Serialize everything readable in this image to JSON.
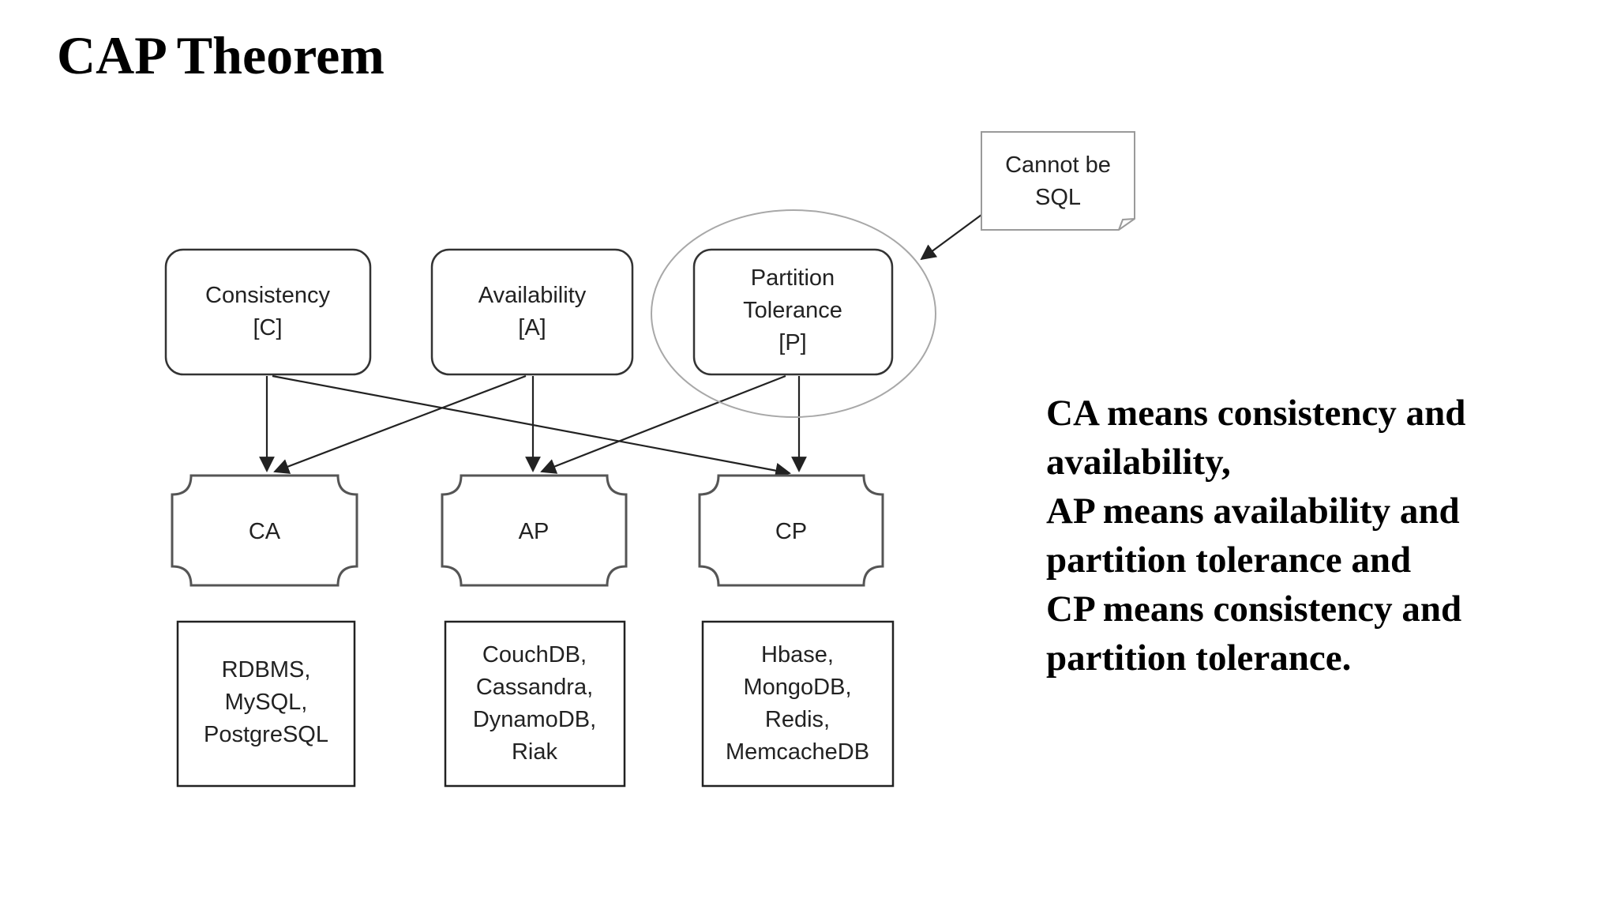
{
  "title": "CAP Theorem",
  "diagram": {
    "properties": [
      {
        "id": "c",
        "lines": [
          "Consistency",
          "[C]"
        ]
      },
      {
        "id": "a",
        "lines": [
          "Availability",
          "[A]"
        ]
      },
      {
        "id": "p",
        "lines": [
          "Partition",
          "Tolerance",
          "[P]"
        ]
      }
    ],
    "combinations": [
      {
        "id": "ca",
        "label": "CA"
      },
      {
        "id": "ap",
        "label": "AP"
      },
      {
        "id": "cp",
        "label": "CP"
      }
    ],
    "databases": [
      {
        "id": "ca",
        "lines": [
          "RDBMS,",
          "MySQL,",
          "PostgreSQL"
        ]
      },
      {
        "id": "ap",
        "lines": [
          "CouchDB,",
          "Cassandra,",
          "DynamoDB,",
          "Riak"
        ]
      },
      {
        "id": "cp",
        "lines": [
          "Hbase,",
          "MongoDB,",
          "Redis,",
          "MemcacheDB"
        ]
      }
    ],
    "note": {
      "lines": [
        "Cannot be",
        "SQL"
      ]
    }
  },
  "explanation": {
    "lines": [
      "CA means consistency and",
      "availability,",
      "AP means availability and",
      "partition tolerance and",
      "CP means consistency and",
      "partition tolerance."
    ]
  }
}
